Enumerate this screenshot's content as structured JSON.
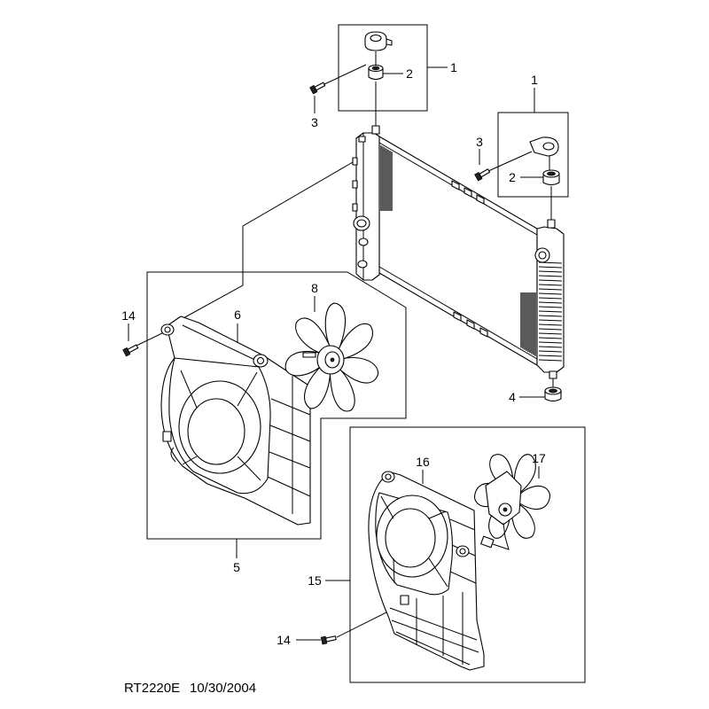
{
  "callouts": [
    "1",
    "2",
    "3",
    "1",
    "3",
    "2",
    "4",
    "8",
    "14",
    "6",
    "5",
    "16",
    "17",
    "15",
    "14"
  ],
  "footer": {
    "drawing_code": "RT2220E",
    "date": "10/30/2004"
  },
  "colors": {
    "line": "#000000",
    "background": "#ffffff"
  }
}
